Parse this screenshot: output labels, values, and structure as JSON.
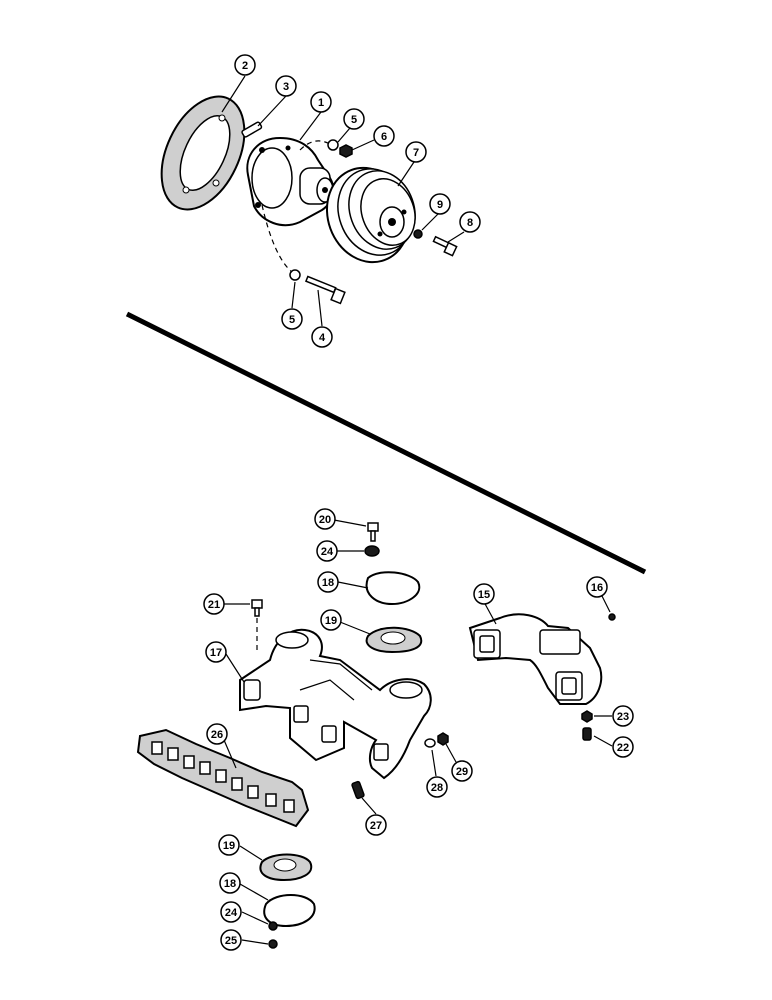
{
  "callouts": [
    {
      "id": "c1",
      "label": "1"
    },
    {
      "id": "c2",
      "label": "2"
    },
    {
      "id": "c3",
      "label": "3"
    },
    {
      "id": "c4",
      "label": "4"
    },
    {
      "id": "c5a",
      "label": "5"
    },
    {
      "id": "c5b",
      "label": "5"
    },
    {
      "id": "c6",
      "label": "6"
    },
    {
      "id": "c7",
      "label": "7"
    },
    {
      "id": "c8",
      "label": "8"
    },
    {
      "id": "c9",
      "label": "9"
    },
    {
      "id": "c15",
      "label": "15"
    },
    {
      "id": "c16",
      "label": "16"
    },
    {
      "id": "c17",
      "label": "17"
    },
    {
      "id": "c18a",
      "label": "18"
    },
    {
      "id": "c18b",
      "label": "18"
    },
    {
      "id": "c19a",
      "label": "19"
    },
    {
      "id": "c19b",
      "label": "19"
    },
    {
      "id": "c20",
      "label": "20"
    },
    {
      "id": "c21",
      "label": "21"
    },
    {
      "id": "c22",
      "label": "22"
    },
    {
      "id": "c23",
      "label": "23"
    },
    {
      "id": "c24a",
      "label": "24"
    },
    {
      "id": "c24b",
      "label": "24"
    },
    {
      "id": "c25",
      "label": "25"
    },
    {
      "id": "c26",
      "label": "26"
    },
    {
      "id": "c27",
      "label": "27"
    },
    {
      "id": "c28",
      "label": "28"
    },
    {
      "id": "c29",
      "label": "29"
    }
  ]
}
